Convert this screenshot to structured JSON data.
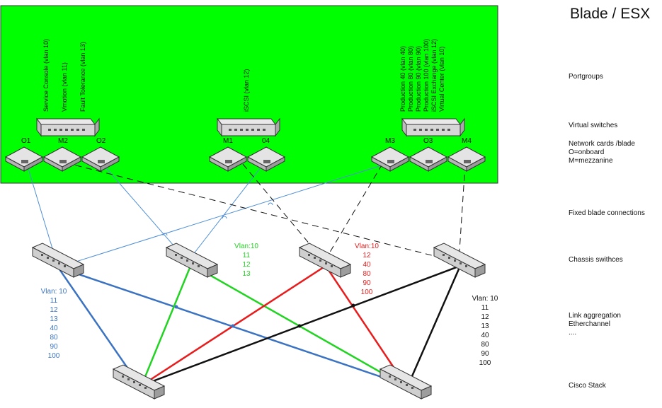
{
  "title": "Blade / ESX",
  "side_labels": {
    "portgroups": "Portgroups",
    "virtual_switches": "Virtual switches",
    "network_cards": [
      "Network cards /blade",
      "O=onboard",
      "M=mezzanine"
    ],
    "fixed_blade": "Fixed blade connections",
    "chassis_switches": "Chassis swithces",
    "link_aggregation": [
      "Link aggregation",
      "Etherchannel",
      "...."
    ],
    "cisco_stack": "Cisco Stack"
  },
  "portgroups": {
    "group1": [
      "Service Console (vlan 10)",
      "Vmotion (vlan 11)",
      "Fault Tolerance (vlan 13)"
    ],
    "group2": [
      "iSCSI (vlan 12)"
    ],
    "group3": [
      "Production 40 (vlan 40)",
      "Production 80 (vlan 80)",
      "Production 90 (vlan 90)",
      "Production 100 (vlan 100)",
      "iSCSI Exchange (vlan 12)",
      "Virtual Center (vlan 10)"
    ]
  },
  "nic_labels": [
    "O1",
    "M2",
    "O2",
    "M1",
    "04",
    "M3",
    "O3",
    "M4"
  ],
  "vlan_lists": {
    "blue": [
      "Vlan: 10",
      "11",
      "12",
      "13",
      "40",
      "80",
      "90",
      "100"
    ],
    "green": [
      "Vlan:10",
      "11",
      "12",
      "13"
    ],
    "red": [
      "Vlan:10",
      "12",
      "40",
      "80",
      "90",
      "100"
    ],
    "black": [
      "Vlan: 10",
      "11",
      "12",
      "13",
      "40",
      "80",
      "90",
      "100"
    ]
  },
  "colors": {
    "blade_bg": "#00ff00",
    "blue": "#3b73c2",
    "green": "#22d422",
    "red": "#e81c1c",
    "black": "#111111",
    "light_blue": "#4f8fd6"
  }
}
